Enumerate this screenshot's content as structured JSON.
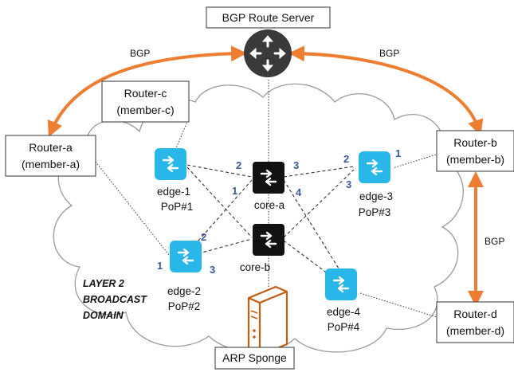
{
  "route_server": {
    "label": "BGP Route Server",
    "icon": "router-icon"
  },
  "bgp_label": "BGP",
  "domain_label": [
    "LAYER 2",
    "BROADCAST",
    "DOMAIN"
  ],
  "routers": {
    "a": [
      "Router-a",
      "(member-a)"
    ],
    "b": [
      "Router-b",
      "(member-b)"
    ],
    "c": [
      "Router-c",
      "(member-c)"
    ],
    "d": [
      "Router-d",
      "(member-d)"
    ]
  },
  "edges": {
    "edge1": [
      "edge-1",
      "PoP#1"
    ],
    "edge2": [
      "edge-2",
      "PoP#2"
    ],
    "edge3": [
      "edge-3",
      "PoP#3"
    ],
    "edge4": [
      "edge-4",
      "PoP#4"
    ]
  },
  "cores": {
    "a": "core-a",
    "b": "core-b"
  },
  "arp_sponge": "ARP Sponge",
  "ports": {
    "core_a": [
      "2",
      "3",
      "1",
      "4"
    ],
    "edge3": [
      "2",
      "1",
      "3"
    ],
    "edge2": [
      "2",
      "1",
      "3"
    ]
  },
  "colors": {
    "bgp_arrow": "#ED7D31",
    "switch_blue": "#29B6E8",
    "core_black": "#111111",
    "route_server": "#3a3a3a",
    "port_text": "#3b5998",
    "sponge": "#C55A11"
  }
}
